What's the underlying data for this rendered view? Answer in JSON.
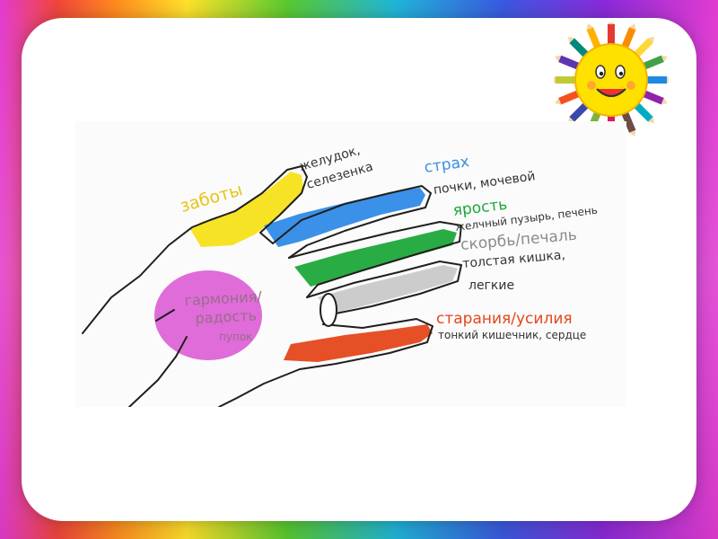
{
  "diagram": {
    "thumb": {
      "emotion": "заботы",
      "organs_line1": "желудок,",
      "organs_line2": "селезенка",
      "color": "#f5e21a"
    },
    "index": {
      "emotion": "страх",
      "organs": "почки, мочевой",
      "color": "#2f8be6"
    },
    "middle": {
      "emotion": "ярость",
      "organs": "желчный пузырь, печень",
      "color": "#1da83a"
    },
    "ring": {
      "emotion": "скорбь/печаль",
      "organs_line1": "толстая кишка,",
      "organs_line2": "легкие",
      "color": "#c9c9c9"
    },
    "little": {
      "emotion": "старания/усилия",
      "organs": "тонкий кишечник, сердце",
      "color": "#e5471b"
    },
    "palm": {
      "emotion_line1": "гармония/",
      "emotion_line2": "радость",
      "organ": "пупок",
      "color": "#d63ccd"
    }
  },
  "colors": {
    "label_blue": "#3a8fe0",
    "label_green": "#1da83a",
    "label_grey": "#8a8a8a",
    "label_orange": "#e5471b",
    "label_yellow": "#e8c417",
    "label_palm": "#9a6c8a"
  },
  "sun": {
    "icon": "smiling-sun-icon"
  }
}
